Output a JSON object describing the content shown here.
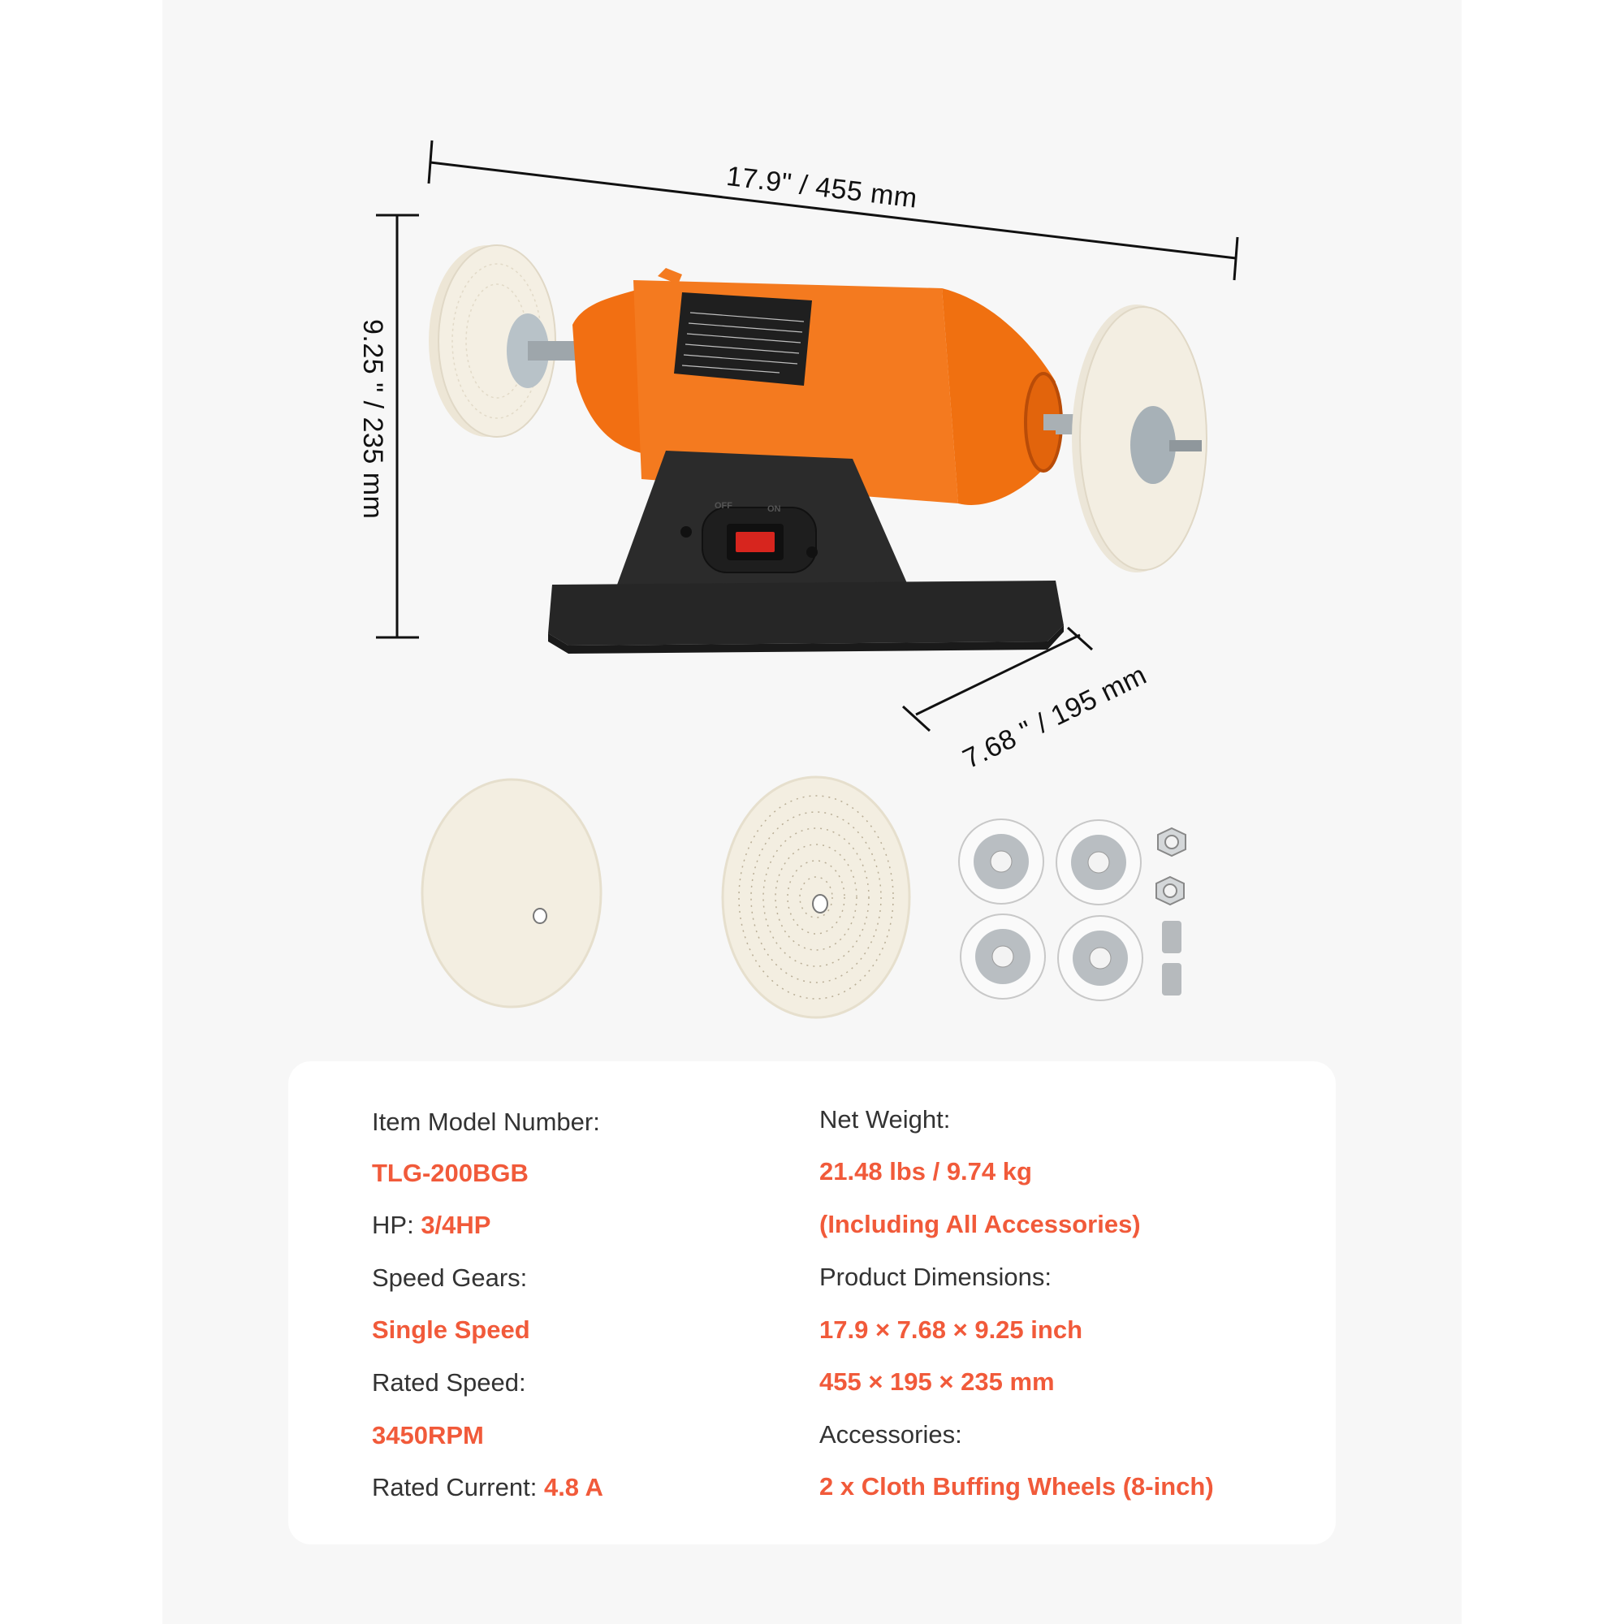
{
  "dimensions": {
    "width_label": "17.9\" /  455 mm",
    "height_label": "9.25 \" / 235 mm",
    "depth_label": "7.68 \" / 195 mm"
  },
  "product": {
    "switch": {
      "off_label": "OFF",
      "on_label": "ON"
    },
    "body_color": "#f47a1f",
    "base_color": "#2a2a2a"
  },
  "accessories_image": {
    "items": [
      "cloth-buffing-wheel",
      "cloth-buffing-wheel-stitched",
      "flange-washer",
      "flange-washer",
      "flange-washer",
      "flange-washer",
      "hex-nut",
      "hex-nut",
      "spacer-sleeve",
      "spacer-sleeve"
    ]
  },
  "specs": {
    "accent_color": "#f15a3a",
    "left": {
      "model_label": "Item Model Number:",
      "model_value": "TLG-200BGB",
      "hp_label": "HP:",
      "hp_value": "3/4HP",
      "speed_gears_label": "Speed Gears:",
      "speed_gears_value": "Single Speed",
      "rated_speed_label": "Rated Speed:",
      "rated_speed_value": "3450RPM",
      "rated_current_label": "Rated Current:",
      "rated_current_value": "4.8 A"
    },
    "right": {
      "net_weight_label": "Net Weight:",
      "net_weight_value": "21.48 lbs / 9.74 kg",
      "net_weight_note": "(Including All Accessories)",
      "dimensions_label": "Product Dimensions:",
      "dimensions_inch": "17.9 × 7.68 × 9.25 inch",
      "dimensions_mm": "455 × 195 × 235 mm",
      "accessories_label": "Accessories:",
      "accessories_value": "2 x Cloth Buffing Wheels (8-inch)"
    }
  }
}
